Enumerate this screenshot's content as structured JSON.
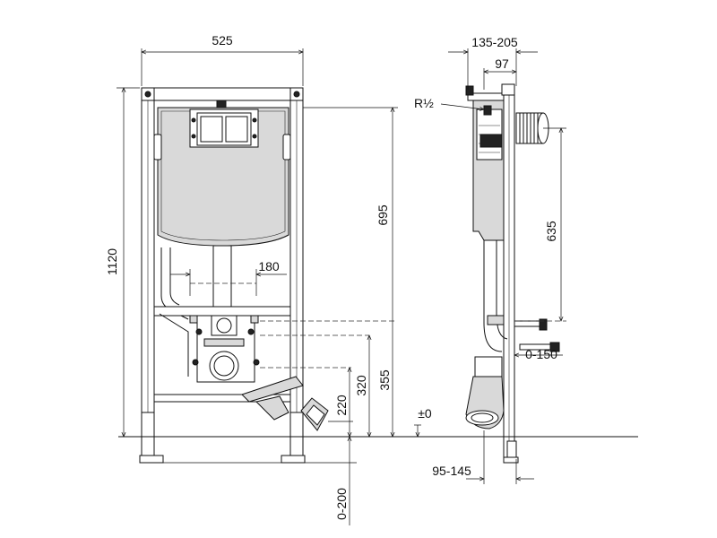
{
  "dimensions": {
    "frame_width": "525",
    "total_height": "1120",
    "cistern_height": "695",
    "flush_pipe_offset": "180",
    "height_355": "355",
    "height_320": "320",
    "height_220": "220",
    "floor_adjust": "0-200",
    "depth_range": "135-205",
    "depth_97": "97",
    "inlet_thread": "R½",
    "side_height": "635",
    "side_offset": "0-150",
    "floor_level": "±0",
    "foot_depth": "95-145"
  },
  "colors": {
    "line": "#111111",
    "fill_light": "#d9d9d9",
    "fill_dark": "#222222"
  }
}
